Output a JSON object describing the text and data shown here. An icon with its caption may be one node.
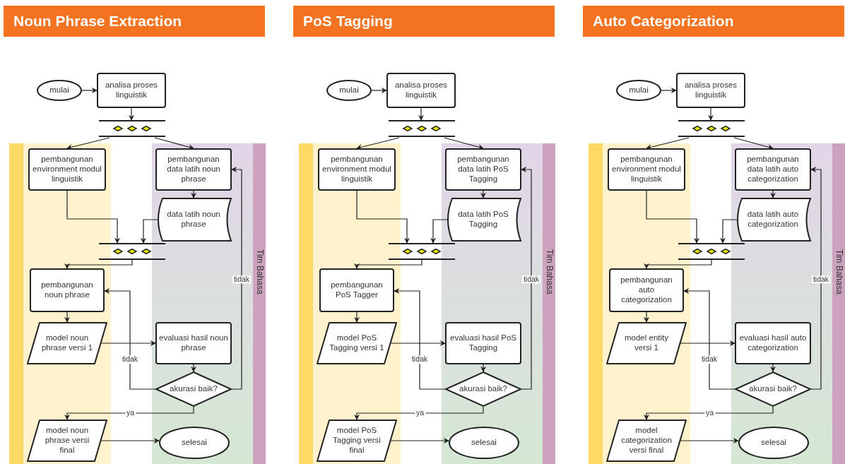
{
  "diagram": {
    "nodes": [
      {
        "text": [
          "Noun Phrase Extraction"
        ]
      },
      {
        "text": [
          "mulai"
        ]
      },
      {
        "text": [
          "analisa proses linguistik"
        ]
      },
      {
        "text": [],
        "shape": "bar"
      },
      {
        "text": [],
        "shape": "band"
      },
      {
        "text": [
          "Tim Bahasa"
        ]
      },
      {
        "text": [
          "pembangunan environment modul linguistik"
        ],
        "in": 4
      },
      {
        "text": [
          "pembangunan data latih noun phrase"
        ],
        "in": 5
      },
      {
        "text": [
          "data latih noun phrase"
        ],
        "in": 5
      },
      {
        "text": [],
        "shape": "bar"
      },
      {
        "text": [
          "pembangunan noun phrase"
        ],
        "in": 4
      },
      {
        "text": [
          "model noun phrase versi 1"
        ],
        "in": 4
      },
      {
        "text": [
          "evaluasi hasil noun phrase"
        ],
        "in": 5
      },
      {
        "text": [
          "akurasi baik?"
        ],
        "in": 5
      },
      {
        "text": [
          "model noun phrase versi final"
        ],
        "in": 4
      },
      {
        "text": [
          "selesai"
        ],
        "in": 5
      },
      {
        "text": [
          "PoS Tagging"
        ]
      },
      {
        "text": [
          "mulai"
        ]
      },
      {
        "text": [
          "analisa proses linguistik"
        ]
      },
      {
        "text": [],
        "shape": "bar"
      },
      {
        "text": [],
        "shape": "band"
      },
      {
        "text": [
          "Tim Bahasa"
        ]
      },
      {
        "text": [
          "pembangunan environment modul linguistik"
        ],
        "in": 20
      },
      {
        "text": [
          "pembangunan data latih PoS Tagging"
        ],
        "in": 21
      },
      {
        "text": [
          "data latih PoS Tagging"
        ],
        "in": 21
      },
      {
        "text": [],
        "shape": "bar"
      },
      {
        "text": [
          "pembangunan PoS Tagger"
        ],
        "in": 20
      },
      {
        "text": [
          "model PoS Tagging versi 1"
        ],
        "in": 20
      },
      {
        "text": [
          "evaluasi hasil PoS Tagging"
        ],
        "in": 21
      },
      {
        "text": [
          "akurasi baik?"
        ],
        "in": 21
      },
      {
        "text": [
          "model PoS Tagging versi final"
        ],
        "in": 20
      },
      {
        "text": [
          "selesai"
        ],
        "in": 21
      },
      {
        "text": [
          "Auto Categorization"
        ]
      },
      {
        "text": [
          "mulai"
        ]
      },
      {
        "text": [
          "analisa proses linguistik"
        ]
      },
      {
        "text": [],
        "shape": "bar"
      },
      {
        "text": [],
        "shape": "band"
      },
      {
        "text": [
          "Tim Bahasa"
        ]
      },
      {
        "text": [
          "pembangunan environment modul linguistik"
        ],
        "in": 36
      },
      {
        "text": [
          "pembangunan data latih auto categorization"
        ],
        "in": 37
      },
      {
        "text": [
          "data latih auto categorization"
        ],
        "in": 37
      },
      {
        "text": [],
        "shape": "bar"
      },
      {
        "text": [
          "pembangunan auto categorization"
        ],
        "in": 36
      },
      {
        "text": [
          "model entity versi 1"
        ],
        "in": 36
      },
      {
        "text": [
          "evaluasi hasil auto categorization"
        ],
        "in": 37
      },
      {
        "text": [
          "akurasi baik?"
        ],
        "in": 37
      },
      {
        "text": [
          "model categorization versi final"
        ],
        "in": 36
      },
      {
        "text": [
          "selesai"
        ],
        "in": 37
      }
    ],
    "edges": [
      {
        "from": 1,
        "to": 2,
        "arrow": "to"
      },
      {
        "from": 2,
        "to": 3,
        "arrow": "to"
      },
      {
        "from": 3,
        "to": 6,
        "arrow": "to"
      },
      {
        "from": 3,
        "to": 7,
        "arrow": "to"
      },
      {
        "from": 7,
        "to": 8,
        "arrow": "to"
      },
      {
        "from": 6,
        "to": 9,
        "arrow": "to"
      },
      {
        "from": 8,
        "to": 9,
        "arrow": "to"
      },
      {
        "from": 9,
        "to": 10,
        "arrow": "to"
      },
      {
        "from": 10,
        "to": 11,
        "arrow": "to"
      },
      {
        "from": 11,
        "to": 12,
        "arrow": "to"
      },
      {
        "from": 12,
        "to": 13,
        "arrow": "to"
      },
      {
        "from": 13,
        "to": 10,
        "arrow": "to",
        "label": "tidak"
      },
      {
        "from": 13,
        "to": 7,
        "arrow": "to",
        "label": "tidak"
      },
      {
        "from": 13,
        "to": 14,
        "arrow": "to",
        "label": "ya"
      },
      {
        "from": 14,
        "to": 15,
        "arrow": "to"
      },
      {
        "from": 17,
        "to": 18,
        "arrow": "to"
      },
      {
        "from": 18,
        "to": 19,
        "arrow": "to"
      },
      {
        "from": 19,
        "to": 22,
        "arrow": "to"
      },
      {
        "from": 19,
        "to": 23,
        "arrow": "to"
      },
      {
        "from": 23,
        "to": 24,
        "arrow": "to"
      },
      {
        "from": 22,
        "to": 25,
        "arrow": "to"
      },
      {
        "from": 24,
        "to": 25,
        "arrow": "to"
      },
      {
        "from": 25,
        "to": 26,
        "arrow": "to"
      },
      {
        "from": 26,
        "to": 27,
        "arrow": "to"
      },
      {
        "from": 27,
        "to": 28,
        "arrow": "to"
      },
      {
        "from": 28,
        "to": 29,
        "arrow": "to"
      },
      {
        "from": 29,
        "to": 26,
        "arrow": "to",
        "label": "tidak"
      },
      {
        "from": 29,
        "to": 23,
        "arrow": "to",
        "label": "tidak"
      },
      {
        "from": 29,
        "to": 30,
        "arrow": "to",
        "label": "ya"
      },
      {
        "from": 30,
        "to": 31,
        "arrow": "to"
      },
      {
        "from": 33,
        "to": 34,
        "arrow": "to"
      },
      {
        "from": 34,
        "to": 35,
        "arrow": "to"
      },
      {
        "from": 35,
        "to": 38,
        "arrow": "to"
      },
      {
        "from": 35,
        "to": 39,
        "arrow": "to"
      },
      {
        "from": 39,
        "to": 40,
        "arrow": "to"
      },
      {
        "from": 38,
        "to": 41,
        "arrow": "to"
      },
      {
        "from": 40,
        "to": 41,
        "arrow": "to"
      },
      {
        "from": 41,
        "to": 42,
        "arrow": "to"
      },
      {
        "from": 42,
        "to": 43,
        "arrow": "to"
      },
      {
        "from": 43,
        "to": 44,
        "arrow": "to"
      },
      {
        "from": 44,
        "to": 45,
        "arrow": "to"
      },
      {
        "from": 45,
        "to": 42,
        "arrow": "to",
        "label": "tidak"
      },
      {
        "from": 45,
        "to": 39,
        "arrow": "to",
        "label": "tidak"
      },
      {
        "from": 45,
        "to": 46,
        "arrow": "to",
        "label": "ya"
      },
      {
        "from": 46,
        "to": 47,
        "arrow": "to"
      }
    ]
  }
}
